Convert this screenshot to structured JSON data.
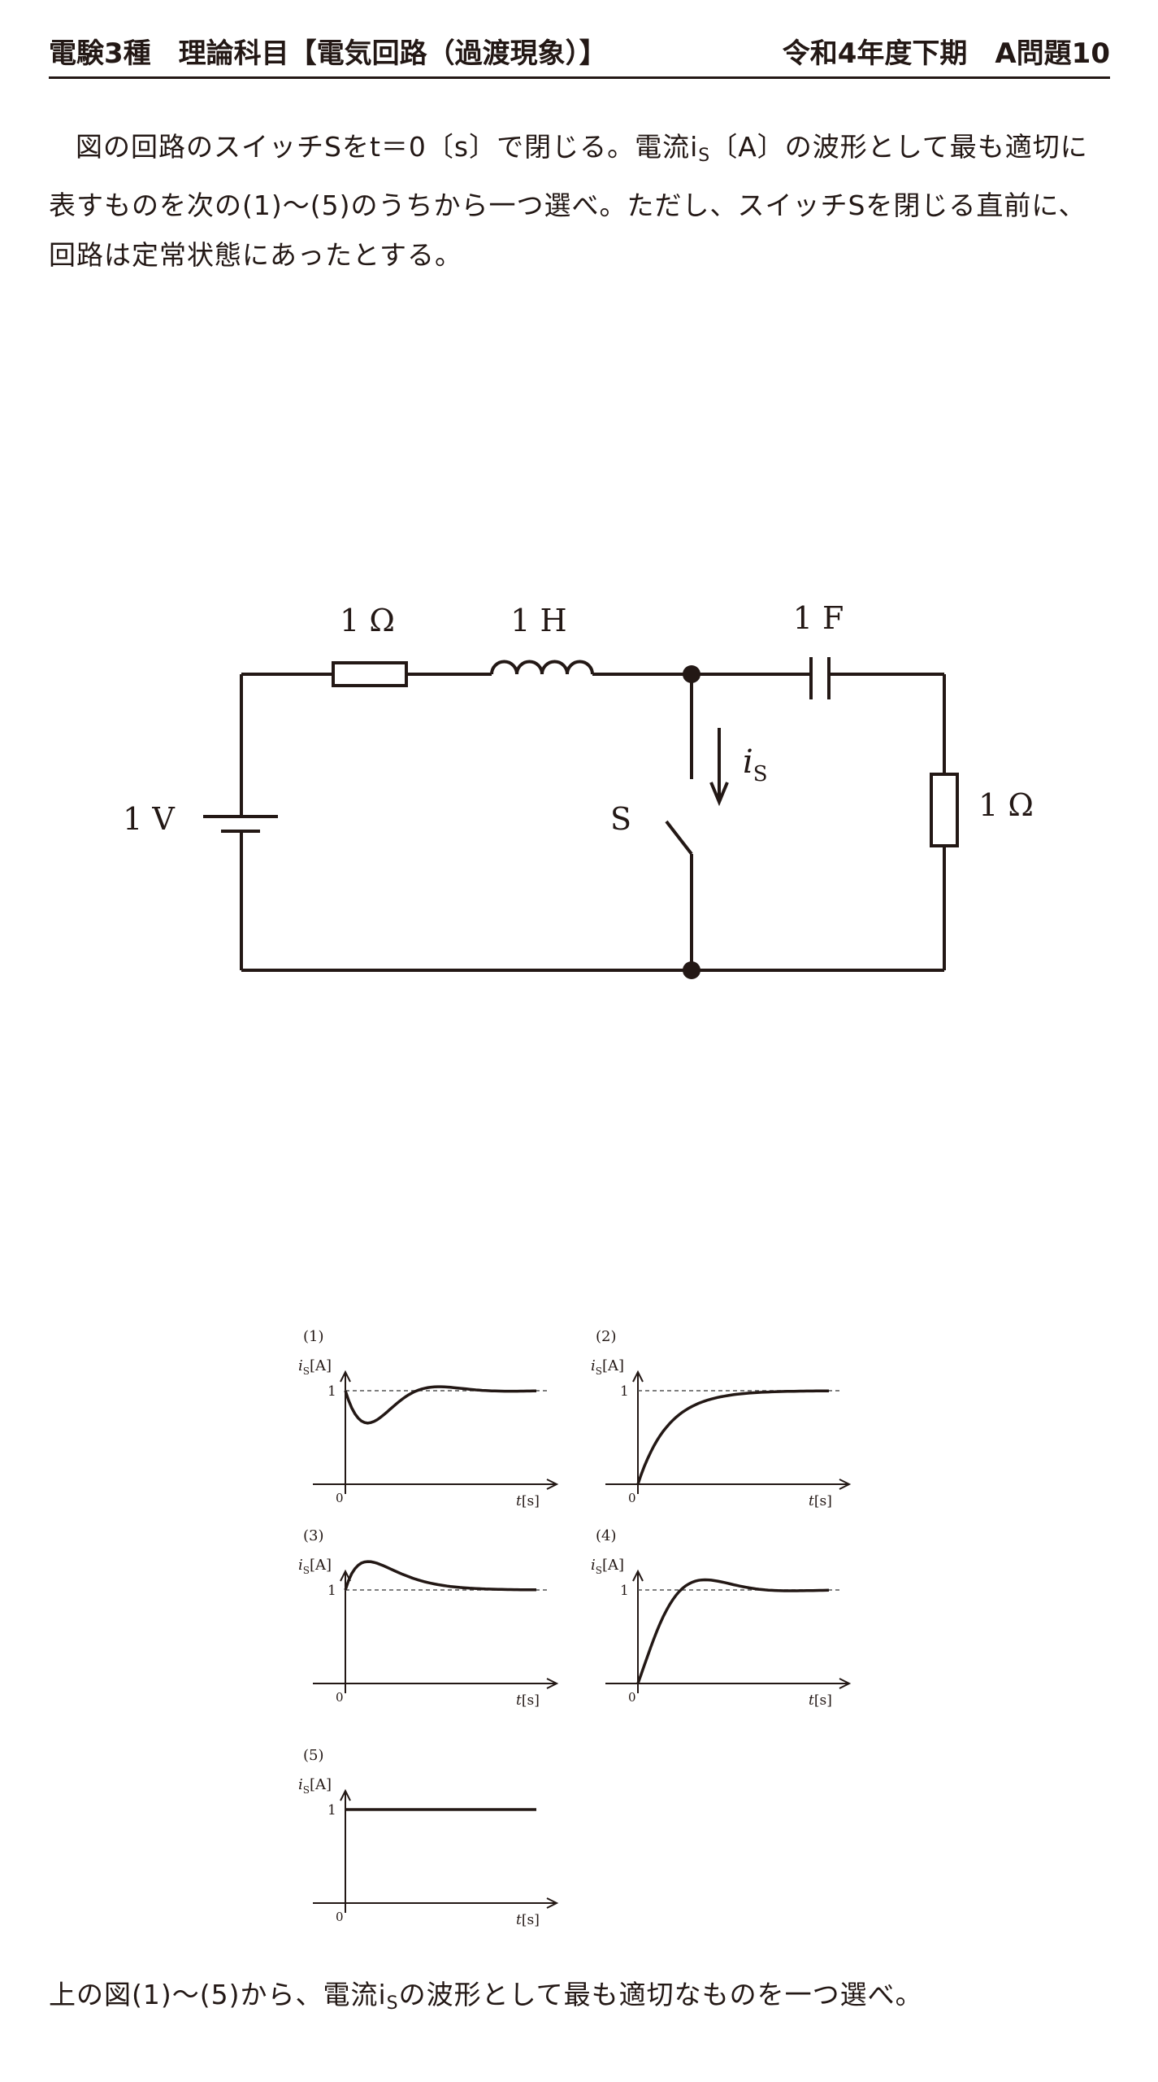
{
  "header": {
    "title_left": "電験3種　理論科目【電気回路（過渡現象）】",
    "title_right": "令和4年度下期　A問題10"
  },
  "question": {
    "part1": "図の回路のスイッチSをt＝0〔s〕で閉じる。電流i",
    "sub": "S",
    "part2": "〔A〕の波形として最も適切に表すものを次の(1)〜(5)のうちから一つ選べ。ただし、スイッチSを閉じる直前に、回路は定常状態にあったとする。"
  },
  "circuit": {
    "resistor1_label": "1 Ω",
    "inductor_label": "1 H",
    "capacitor_label": "1 F",
    "resistor2_label": "1 Ω",
    "source_label": "1 V",
    "switch_label": "S",
    "current_label": "i",
    "current_sub": "S"
  },
  "waveforms": {
    "options": [
      {
        "label": "(1)",
        "shape": "dip-then-rise-to-1"
      },
      {
        "label": "(2)",
        "shape": "rise-from-0-to-1"
      },
      {
        "label": "(3)",
        "shape": "start-1-overshoot-decay-to-1"
      },
      {
        "label": "(4)",
        "shape": "rise-from-0-overshoot-to-1"
      },
      {
        "label": "(5)",
        "shape": "constant-1"
      }
    ],
    "y_label": "i",
    "y_sub": "S",
    "y_unit": "[A]",
    "x_label": "t",
    "x_unit": "[s]",
    "y_tick": "1",
    "origin": "0"
  },
  "footer": {
    "part1": "上の図(1)〜(5)から、電流i",
    "sub": "S",
    "part2": "の波形として最も適切なものを一つ選べ。"
  }
}
